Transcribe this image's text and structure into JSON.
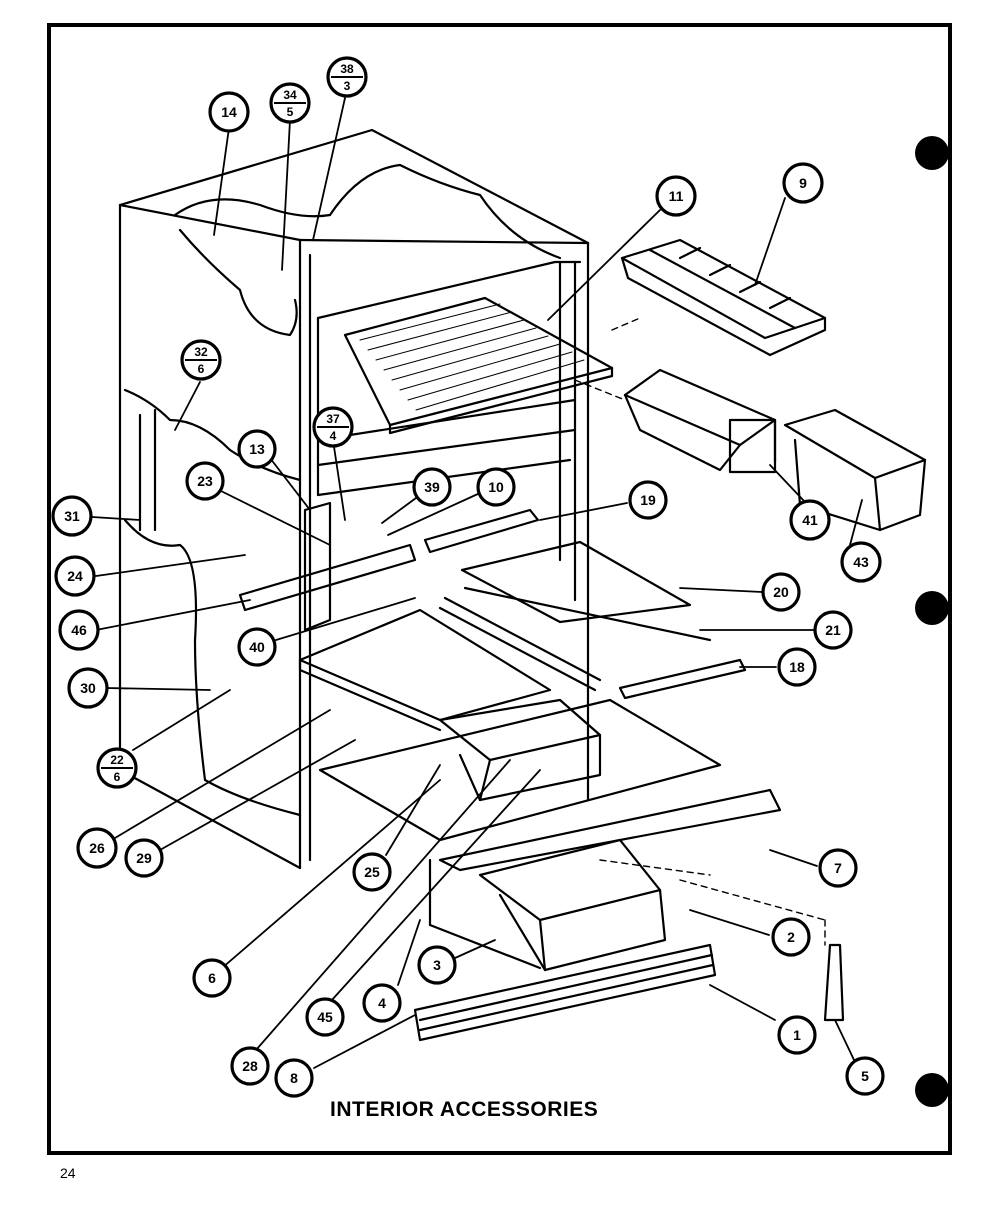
{
  "caption": "INTERIOR ACCESSORIES",
  "page_number": "24",
  "callouts": [
    {
      "id": "c14",
      "top": "14",
      "bottom": ""
    },
    {
      "id": "c34",
      "top": "34",
      "bottom": "5"
    },
    {
      "id": "c38",
      "top": "38",
      "bottom": "3"
    },
    {
      "id": "c11",
      "top": "11",
      "bottom": ""
    },
    {
      "id": "c9",
      "top": "9",
      "bottom": ""
    },
    {
      "id": "c32",
      "top": "32",
      "bottom": "6"
    },
    {
      "id": "c37",
      "top": "37",
      "bottom": "4"
    },
    {
      "id": "c13",
      "top": "13",
      "bottom": ""
    },
    {
      "id": "c23",
      "top": "23",
      "bottom": ""
    },
    {
      "id": "c39",
      "top": "39",
      "bottom": ""
    },
    {
      "id": "c10",
      "top": "10",
      "bottom": ""
    },
    {
      "id": "c19",
      "top": "19",
      "bottom": ""
    },
    {
      "id": "c31",
      "top": "31",
      "bottom": ""
    },
    {
      "id": "c24",
      "top": "24",
      "bottom": ""
    },
    {
      "id": "c46",
      "top": "46",
      "bottom": ""
    },
    {
      "id": "c40",
      "top": "40",
      "bottom": ""
    },
    {
      "id": "c41",
      "top": "41",
      "bottom": ""
    },
    {
      "id": "c43",
      "top": "43",
      "bottom": ""
    },
    {
      "id": "c20",
      "top": "20",
      "bottom": ""
    },
    {
      "id": "c21",
      "top": "21",
      "bottom": ""
    },
    {
      "id": "c18",
      "top": "18",
      "bottom": ""
    },
    {
      "id": "c30",
      "top": "30",
      "bottom": ""
    },
    {
      "id": "c22",
      "top": "22",
      "bottom": "6"
    },
    {
      "id": "c26",
      "top": "26",
      "bottom": ""
    },
    {
      "id": "c29",
      "top": "29",
      "bottom": ""
    },
    {
      "id": "c25",
      "top": "25",
      "bottom": ""
    },
    {
      "id": "c7",
      "top": "7",
      "bottom": ""
    },
    {
      "id": "c6",
      "top": "6",
      "bottom": ""
    },
    {
      "id": "c2",
      "top": "2",
      "bottom": ""
    },
    {
      "id": "c3",
      "top": "3",
      "bottom": ""
    },
    {
      "id": "c4",
      "top": "4",
      "bottom": ""
    },
    {
      "id": "c45",
      "top": "45",
      "bottom": ""
    },
    {
      "id": "c28",
      "top": "28",
      "bottom": ""
    },
    {
      "id": "c8",
      "top": "8",
      "bottom": ""
    },
    {
      "id": "c1",
      "top": "1",
      "bottom": ""
    },
    {
      "id": "c5",
      "top": "5",
      "bottom": ""
    }
  ]
}
